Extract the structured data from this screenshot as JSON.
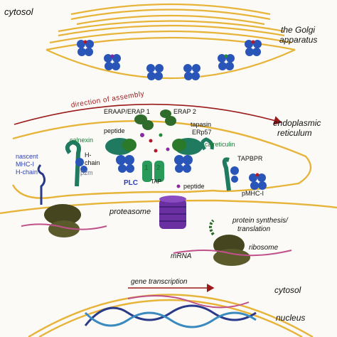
{
  "labels": {
    "cytosol_top": "cytosol",
    "golgi_line1": "the Golgi",
    "golgi_line2": "apparatus",
    "direction": "direction of assembly",
    "erap1": "ERAAP/ERAP 1",
    "erap2": "ERAP 2",
    "peptide_left": "peptide",
    "tapasin": "tapasin",
    "erp57": "ERp57",
    "er_line1": "endoplasmic",
    "er_line2": "reticulum",
    "calnexin": "calnexin",
    "calreticulin": "calreticulin",
    "nascent1": "nascent",
    "nascent2": "MHC-I",
    "nascent3": "H-chain",
    "hchain1": "H-",
    "hchain2": "chain",
    "b2m": "β2m",
    "tapbpr": "TAPBPR",
    "tap1": "1",
    "tap2": "2",
    "plc": "PLC",
    "tap": "TAP",
    "peptide_right": "peptide",
    "pmhc": "pMHC-I",
    "proteasome": "proteasome",
    "protsynth1": "protein synthesis/",
    "protsynth2": "translation",
    "ribosome": "ribosome",
    "mrna": "mRNA",
    "gene_transcription": "gene transcription",
    "cytosol_bottom": "cytosol",
    "nucleus": "nucleus"
  },
  "colors": {
    "membrane": "#e7b43a",
    "mhc_blue": "#2a55b8",
    "chaperone_green": "#1f7a5f",
    "erap_green": "#2f6b2a",
    "proteasome_purple": "#6a2fa0",
    "ribosome_olive": "#5a5a2a",
    "mrna_pink": "#c0508a",
    "arrow_red": "#9a1a1a"
  }
}
